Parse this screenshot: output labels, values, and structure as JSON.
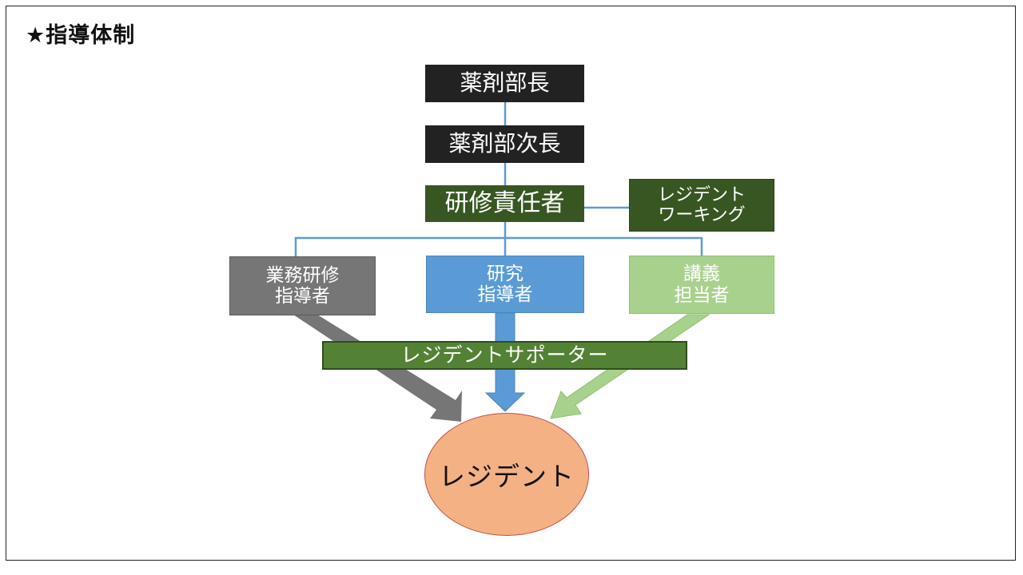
{
  "heading": "★指導体制",
  "nodes": {
    "director": "薬剤部長",
    "deputy_director": "薬剤部次長",
    "training_manager": "研修責任者",
    "resident_working": [
      "レジデント",
      "ワーキング"
    ],
    "business_training_instructor": [
      "業務研修",
      "指導者"
    ],
    "research_instructor": [
      "研究",
      "指導者"
    ],
    "lecture_staff": [
      "講義",
      "担当者"
    ],
    "resident_supporter": "レジデントサポーター",
    "resident": "レジデント"
  },
  "colors": {
    "dark_box": "#222222",
    "green_box": "#385622",
    "gray_box": "#767676",
    "blue_box": "#5b9bd5",
    "light_green_box": "#a9d18e",
    "supporter_bar": "#548235",
    "resident_ellipse": "#f4b183",
    "connector": "#5b9bd5"
  }
}
